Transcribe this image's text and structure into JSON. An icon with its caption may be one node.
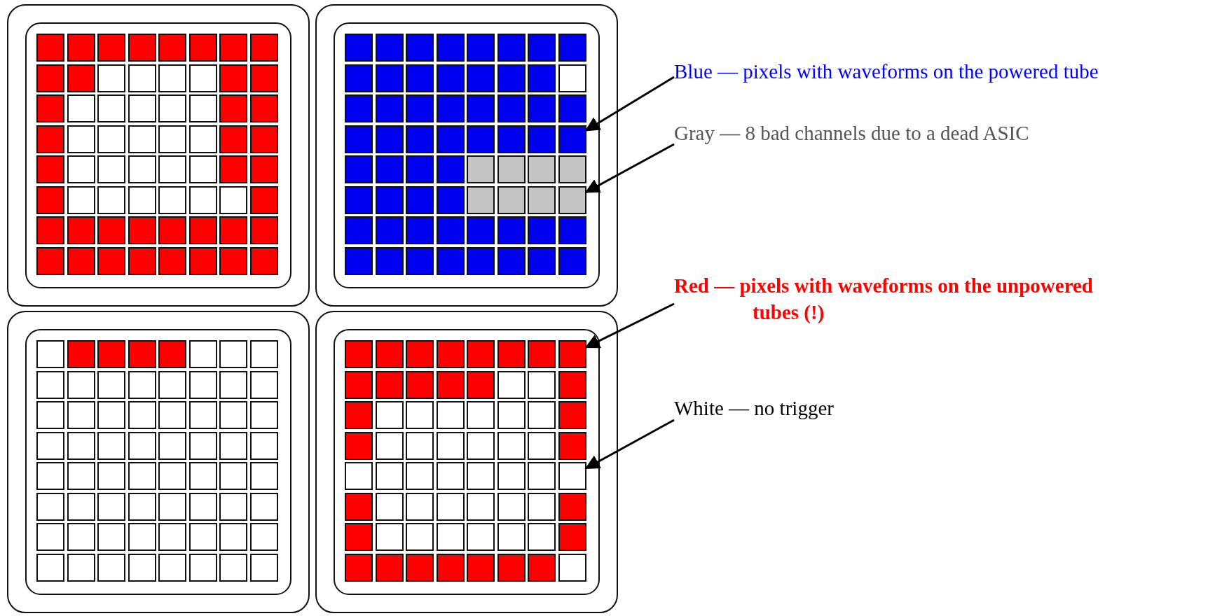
{
  "diagram": {
    "nodes": [
      {
        "text": [],
        "shape": "box"
      },
      {
        "text": [],
        "shape": "box",
        "in": 0
      },
      {
        "text": [],
        "shape": "box",
        "in": 1
      },
      {
        "text": [],
        "shape": "box",
        "in": 1
      },
      {
        "text": [],
        "shape": "box",
        "in": 1
      },
      {
        "text": [],
        "shape": "box",
        "in": 1
      },
      {
        "text": [],
        "shape": "box",
        "in": 1
      },
      {
        "text": [],
        "shape": "box",
        "in": 1
      },
      {
        "text": [],
        "shape": "box",
        "in": 1
      },
      {
        "text": [],
        "shape": "box",
        "in": 1
      },
      {
        "text": [],
        "shape": "box",
        "in": 1
      },
      {
        "text": [],
        "shape": "box",
        "in": 1
      },
      {
        "text": [],
        "shape": "box",
        "in": 1
      },
      {
        "text": [],
        "shape": "box",
        "in": 1
      },
      {
        "text": [],
        "shape": "box",
        "in": 1
      },
      {
        "text": [],
        "shape": "box",
        "in": 1
      },
      {
        "text": [],
        "shape": "box",
        "in": 1
      },
      {
        "text": [],
        "shape": "box",
        "in": 1
      },
      {
        "text": [],
        "shape": "box",
        "in": 1
      },
      {
        "text": [],
        "shape": "box",
        "in": 1
      },
      {
        "text": [],
        "shape": "box",
        "in": 1
      },
      {
        "text": [],
        "shape": "box",
        "in": 1
      },
      {
        "text": [],
        "shape": "box",
        "in": 1
      },
      {
        "text": [],
        "shape": "box",
        "in": 1
      },
      {
        "text": [],
        "shape": "box",
        "in": 1
      },
      {
        "text": [],
        "shape": "box",
        "in": 1
      },
      {
        "text": [],
        "shape": "box",
        "in": 1
      },
      {
        "text": [],
        "shape": "box",
        "in": 1
      },
      {
        "text": [],
        "shape": "box",
        "in": 1
      },
      {
        "text": [],
        "shape": "box",
        "in": 1
      },
      {
        "text": [],
        "shape": "box",
        "in": 1
      },
      {
        "text": [],
        "shape": "box",
        "in": 1
      },
      {
        "text": [],
        "shape": "box",
        "in": 1
      },
      {
        "text": [],
        "shape": "box",
        "in": 1
      },
      {
        "text": [],
        "shape": "box",
        "in": 1
      },
      {
        "text": [],
        "shape": "box",
        "in": 1
      },
      {
        "text": [],
        "shape": "box",
        "in": 1
      },
      {
        "text": [],
        "shape": "box",
        "in": 1
      },
      {
        "text": [],
        "shape": "box",
        "in": 1
      },
      {
        "text": [],
        "shape": "box",
        "in": 1
      },
      {
        "text": [],
        "shape": "box",
        "in": 1
      },
      {
        "text": [],
        "shape": "box",
        "in": 1
      },
      {
        "text": [],
        "shape": "box",
        "in": 1
      },
      {
        "text": [],
        "shape": "box",
        "in": 1
      },
      {
        "text": [],
        "shape": "box",
        "in": 1
      },
      {
        "text": [],
        "shape": "box",
        "in": 1
      },
      {
        "text": [],
        "shape": "box",
        "in": 1
      },
      {
        "text": [],
        "shape": "box",
        "in": 1
      },
      {
        "text": [],
        "shape": "box",
        "in": 1
      },
      {
        "text": [],
        "shape": "box",
        "in": 1
      },
      {
        "text": [],
        "shape": "box",
        "in": 1
      },
      {
        "text": [],
        "shape": "box",
        "in": 1
      },
      {
        "text": [],
        "shape": "box",
        "in": 1
      },
      {
        "text": [],
        "shape": "box",
        "in": 1
      },
      {
        "text": [],
        "shape": "box",
        "in": 1
      },
      {
        "text": [],
        "shape": "box",
        "in": 1
      },
      {
        "text": [],
        "shape": "box",
        "in": 1
      },
      {
        "text": [],
        "shape": "box",
        "in": 1
      },
      {
        "text": [],
        "shape": "box",
        "in": 1
      },
      {
        "text": [],
        "shape": "box",
        "in": 1
      },
      {
        "text": [],
        "shape": "box",
        "in": 1
      },
      {
        "text": [],
        "shape": "box",
        "in": 1
      },
      {
        "text": [],
        "shape": "box",
        "in": 1
      },
      {
        "text": [],
        "shape": "box",
        "in": 1
      },
      {
        "text": [],
        "shape": "box",
        "in": 1
      },
      {
        "text": [],
        "shape": "box",
        "in": 1
      },
      {
        "text": [],
        "shape": "box"
      },
      {
        "text": [],
        "shape": "box",
        "in": 66
      },
      {
        "text": [],
        "shape": "box",
        "in": 67
      },
      {
        "text": [],
        "shape": "box",
        "in": 67
      },
      {
        "text": [],
        "shape": "box",
        "in": 67
      },
      {
        "text": [],
        "shape": "box",
        "in": 67
      },
      {
        "text": [],
        "shape": "box",
        "in": 67
      },
      {
        "text": [],
        "shape": "box",
        "in": 67
      },
      {
        "text": [],
        "shape": "box",
        "in": 67
      },
      {
        "text": [],
        "shape": "box",
        "in": 67
      },
      {
        "text": [],
        "shape": "box",
        "in": 67
      },
      {
        "text": [],
        "shape": "box",
        "in": 67
      },
      {
        "text": [],
        "shape": "box",
        "in": 67
      },
      {
        "text": [],
        "shape": "box",
        "in": 67
      },
      {
        "text": [],
        "shape": "box",
        "in": 67
      },
      {
        "text": [],
        "shape": "box",
        "in": 67
      },
      {
        "text": [],
        "shape": "box",
        "in": 67
      },
      {
        "text": [],
        "shape": "box",
        "in": 67
      },
      {
        "text": [],
        "shape": "box",
        "in": 67
      },
      {
        "text": [],
        "shape": "box",
        "in": 67
      },
      {
        "text": [],
        "shape": "box",
        "in": 67
      },
      {
        "text": [],
        "shape": "box",
        "in": 67
      },
      {
        "text": [],
        "shape": "box",
        "in": 67
      },
      {
        "text": [],
        "shape": "box",
        "in": 67
      },
      {
        "text": [],
        "shape": "box",
        "in": 67
      },
      {
        "text": [],
        "shape": "box",
        "in": 67
      },
      {
        "text": [],
        "shape": "box",
        "in": 67
      },
      {
        "text": [],
        "shape": "box",
        "in": 67
      },
      {
        "text": [],
        "shape": "box",
        "in": 67
      },
      {
        "text": [],
        "shape": "box",
        "in": 67
      },
      {
        "text": [],
        "shape": "box",
        "in": 67
      },
      {
        "text": [],
        "shape": "box",
        "in": 67
      },
      {
        "text": [],
        "shape": "box",
        "in": 67
      },
      {
        "text": [],
        "shape": "box",
        "in": 67
      },
      {
        "text": [],
        "shape": "box",
        "in": 67
      },
      {
        "text": [],
        "shape": "box",
        "in": 67
      },
      {
        "text": [],
        "shape": "box",
        "in": 67
      },
      {
        "text": [],
        "shape": "box",
        "in": 67
      },
      {
        "text": [],
        "shape": "box",
        "in": 67
      },
      {
        "text": [],
        "shape": "box",
        "in": 67
      },
      {
        "text": [],
        "shape": "box",
        "in": 67
      },
      {
        "text": [],
        "shape": "box",
        "in": 67
      },
      {
        "text": [],
        "shape": "box",
        "in": 67
      },
      {
        "text": [],
        "shape": "box",
        "in": 67
      },
      {
        "text": [],
        "shape": "box",
        "in": 67
      },
      {
        "text": [],
        "shape": "box",
        "in": 67
      },
      {
        "text": [],
        "shape": "box",
        "in": 67
      },
      {
        "text": [],
        "shape": "box",
        "in": 67
      },
      {
        "text": [],
        "shape": "box",
        "in": 67
      },
      {
        "text": [],
        "shape": "box",
        "in": 67
      },
      {
        "text": [],
        "shape": "box",
        "in": 67
      },
      {
        "text": [],
        "shape": "box",
        "in": 67
      },
      {
        "text": [],
        "shape": "box",
        "in": 67
      },
      {
        "text": [],
        "shape": "box",
        "in": 67
      },
      {
        "text": [],
        "shape": "box",
        "in": 67
      },
      {
        "text": [],
        "shape": "box",
        "in": 67
      },
      {
        "text": [],
        "shape": "box",
        "in": 67
      },
      {
        "text": [],
        "shape": "box",
        "in": 67
      },
      {
        "text": [],
        "shape": "box",
        "in": 67
      },
      {
        "text": [],
        "shape": "box",
        "in": 67
      },
      {
        "text": [],
        "shape": "box",
        "in": 67
      },
      {
        "text": [],
        "shape": "box",
        "in": 67
      },
      {
        "text": [],
        "shape": "box",
        "in": 67
      },
      {
        "text": [],
        "shape": "box",
        "in": 67
      },
      {
        "text": [],
        "shape": "box",
        "in": 67
      },
      {
        "text": [],
        "shape": "box",
        "in": 67
      },
      {
        "text": [],
        "shape": "box"
      },
      {
        "text": [],
        "shape": "box",
        "in": 132
      },
      {
        "text": [],
        "shape": "box",
        "in": 133
      },
      {
        "text": [],
        "shape": "box",
        "in": 133
      },
      {
        "text": [],
        "shape": "box",
        "in": 133
      },
      {
        "text": [],
        "shape": "box",
        "in": 133
      },
      {
        "text": [],
        "shape": "box",
        "in": 133
      },
      {
        "text": [],
        "shape": "box",
        "in": 133
      },
      {
        "text": [],
        "shape": "box",
        "in": 133
      },
      {
        "text": [],
        "shape": "box",
        "in": 133
      },
      {
        "text": [],
        "shape": "box",
        "in": 133
      },
      {
        "text": [],
        "shape": "box",
        "in": 133
      },
      {
        "text": [],
        "shape": "box",
        "in": 133
      },
      {
        "text": [],
        "shape": "box",
        "in": 133
      },
      {
        "text": [],
        "shape": "box",
        "in": 133
      },
      {
        "text": [],
        "shape": "box",
        "in": 133
      },
      {
        "text": [],
        "shape": "box",
        "in": 133
      },
      {
        "text": [],
        "shape": "box",
        "in": 133
      },
      {
        "text": [],
        "shape": "box",
        "in": 133
      },
      {
        "text": [],
        "shape": "box",
        "in": 133
      },
      {
        "text": [],
        "shape": "box",
        "in": 133
      },
      {
        "text": [],
        "shape": "box",
        "in": 133
      },
      {
        "text": [],
        "shape": "box",
        "in": 133
      },
      {
        "text": [],
        "shape": "box",
        "in": 133
      },
      {
        "text": [],
        "shape": "box",
        "in": 133
      },
      {
        "text": [],
        "shape": "box",
        "in": 133
      },
      {
        "text": [],
        "shape": "box",
        "in": 133
      },
      {
        "text": [],
        "shape": "box",
        "in": 133
      },
      {
        "text": [],
        "shape": "box",
        "in": 133
      },
      {
        "text": [],
        "shape": "box",
        "in": 133
      },
      {
        "text": [],
        "shape": "box",
        "in": 133
      },
      {
        "text": [],
        "shape": "box",
        "in": 133
      },
      {
        "text": [],
        "shape": "box",
        "in": 133
      },
      {
        "text": [],
        "shape": "box",
        "in": 133
      },
      {
        "text": [],
        "shape": "box",
        "in": 133
      },
      {
        "text": [],
        "shape": "box",
        "in": 133
      },
      {
        "text": [],
        "shape": "box",
        "in": 133
      },
      {
        "text": [],
        "shape": "box",
        "in": 133
      },
      {
        "text": [],
        "shape": "box",
        "in": 133
      },
      {
        "text": [],
        "shape": "box",
        "in": 133
      },
      {
        "text": [],
        "shape": "box",
        "in": 133
      },
      {
        "text": [],
        "shape": "box",
        "in": 133
      },
      {
        "text": [],
        "shape": "box",
        "in": 133
      },
      {
        "text": [],
        "shape": "box",
        "in": 133
      },
      {
        "text": [],
        "shape": "box",
        "in": 133
      },
      {
        "text": [],
        "shape": "box",
        "in": 133
      },
      {
        "text": [],
        "shape": "box",
        "in": 133
      },
      {
        "text": [],
        "shape": "box",
        "in": 133
      },
      {
        "text": [],
        "shape": "box",
        "in": 133
      },
      {
        "text": [],
        "shape": "box",
        "in": 133
      },
      {
        "text": [],
        "shape": "box",
        "in": 133
      },
      {
        "text": [],
        "shape": "box",
        "in": 133
      },
      {
        "text": [],
        "shape": "box",
        "in": 133
      },
      {
        "text": [],
        "shape": "box",
        "in": 133
      },
      {
        "text": [],
        "shape": "box",
        "in": 133
      },
      {
        "text": [],
        "shape": "box",
        "in": 133
      },
      {
        "text": [],
        "shape": "box",
        "in": 133
      },
      {
        "text": [],
        "shape": "box",
        "in": 133
      },
      {
        "text": [],
        "shape": "box",
        "in": 133
      },
      {
        "text": [],
        "shape": "box",
        "in": 133
      },
      {
        "text": [],
        "shape": "box",
        "in": 133
      },
      {
        "text": [],
        "shape": "box",
        "in": 133
      },
      {
        "text": [],
        "shape": "box",
        "in": 133
      },
      {
        "text": [],
        "shape": "box",
        "in": 133
      },
      {
        "text": [],
        "shape": "box",
        "in": 133
      },
      {
        "text": [],
        "shape": "box",
        "in": 133
      },
      {
        "text": [],
        "shape": "box"
      },
      {
        "text": [],
        "shape": "box",
        "in": 198
      },
      {
        "text": [],
        "shape": "box",
        "in": 199
      },
      {
        "text": [],
        "shape": "box",
        "in": 199
      },
      {
        "text": [],
        "shape": "box",
        "in": 199
      },
      {
        "text": [],
        "shape": "box",
        "in": 199
      },
      {
        "text": [],
        "shape": "box",
        "in": 199
      },
      {
        "text": [],
        "shape": "box",
        "in": 199
      },
      {
        "text": [],
        "shape": "box",
        "in": 199
      },
      {
        "text": [],
        "shape": "box",
        "in": 199
      },
      {
        "text": [],
        "shape": "box",
        "in": 199
      },
      {
        "text": [],
        "shape": "box",
        "in": 199
      },
      {
        "text": [],
        "shape": "box",
        "in": 199
      },
      {
        "text": [],
        "shape": "box",
        "in": 199
      },
      {
        "text": [],
        "shape": "box",
        "in": 199
      },
      {
        "text": [],
        "shape": "box",
        "in": 199
      },
      {
        "text": [],
        "shape": "box",
        "in": 199
      },
      {
        "text": [],
        "shape": "box",
        "in": 199
      },
      {
        "text": [],
        "shape": "box",
        "in": 199
      },
      {
        "text": [],
        "shape": "box",
        "in": 199
      },
      {
        "text": [],
        "shape": "box",
        "in": 199
      },
      {
        "text": [],
        "shape": "box",
        "in": 199
      },
      {
        "text": [],
        "shape": "box",
        "in": 199
      },
      {
        "text": [],
        "shape": "box",
        "in": 199
      },
      {
        "text": [],
        "shape": "box",
        "in": 199
      },
      {
        "text": [],
        "shape": "box",
        "in": 199
      },
      {
        "text": [],
        "shape": "box",
        "in": 199
      },
      {
        "text": [],
        "shape": "box",
        "in": 199
      },
      {
        "text": [],
        "shape": "box",
        "in": 199
      },
      {
        "text": [],
        "shape": "box",
        "in": 199
      },
      {
        "text": [],
        "shape": "box",
        "in": 199
      },
      {
        "text": [],
        "shape": "box",
        "in": 199
      },
      {
        "text": [],
        "shape": "box",
        "in": 199
      },
      {
        "text": [],
        "shape": "box",
        "in": 199
      },
      {
        "text": [],
        "shape": "box",
        "in": 199
      },
      {
        "text": [],
        "shape": "box",
        "in": 199
      },
      {
        "text": [],
        "shape": "box",
        "in": 199
      },
      {
        "text": [],
        "shape": "box",
        "in": 199
      },
      {
        "text": [],
        "shape": "box",
        "in": 199
      },
      {
        "text": [],
        "shape": "box",
        "in": 199
      },
      {
        "text": [],
        "shape": "box",
        "in": 199
      },
      {
        "text": [],
        "shape": "box",
        "in": 199
      },
      {
        "text": [],
        "shape": "box",
        "in": 199
      },
      {
        "text": [],
        "shape": "box",
        "in": 199
      },
      {
        "text": [],
        "shape": "box",
        "in": 199
      },
      {
        "text": [],
        "shape": "box",
        "in": 199
      },
      {
        "text": [],
        "shape": "box",
        "in": 199
      },
      {
        "text": [],
        "shape": "box",
        "in": 199
      },
      {
        "text": [],
        "shape": "box",
        "in": 199
      },
      {
        "text": [],
        "shape": "box",
        "in": 199
      },
      {
        "text": [],
        "shape": "box",
        "in": 199
      },
      {
        "text": [],
        "shape": "box",
        "in": 199
      },
      {
        "text": [],
        "shape": "box",
        "in": 199
      },
      {
        "text": [],
        "shape": "box",
        "in": 199
      },
      {
        "text": [],
        "shape": "box",
        "in": 199
      },
      {
        "text": [],
        "shape": "box",
        "in": 199
      },
      {
        "text": [],
        "shape": "box",
        "in": 199
      },
      {
        "text": [],
        "shape": "box",
        "in": 199
      },
      {
        "text": [],
        "shape": "box",
        "in": 199
      },
      {
        "text": [],
        "shape": "box",
        "in": 199
      },
      {
        "text": [],
        "shape": "box",
        "in": 199
      },
      {
        "text": [],
        "shape": "box",
        "in": 199
      },
      {
        "text": [],
        "shape": "box",
        "in": 199
      },
      {
        "text": [],
        "shape": "box",
        "in": 199
      },
      {
        "text": [],
        "shape": "box",
        "in": 199
      },
      {
        "text": [],
        "shape": "box",
        "in": 199
      },
      {
        "text": [
          "Blue — pixels with waveforms on the powered tube"
        ]
      },
      {
        "text": [
          "Gray — 8 bad channels due to a dead ASIC"
        ]
      },
      {
        "text": [
          "Red — pixels with waveforms on the unpowered tubes (!)"
        ]
      },
      {
        "text": [
          "White — no trigger"
        ]
      }
    ],
    "edges": [
      {
        "from": 264,
        "to": 99,
        "arrow": "to"
      },
      {
        "from": 265,
        "to": 115,
        "arrow": "to"
      },
      {
        "from": 266,
        "to": 207,
        "arrow": "to"
      },
      {
        "from": 267,
        "to": 239,
        "arrow": "to"
      }
    ]
  }
}
